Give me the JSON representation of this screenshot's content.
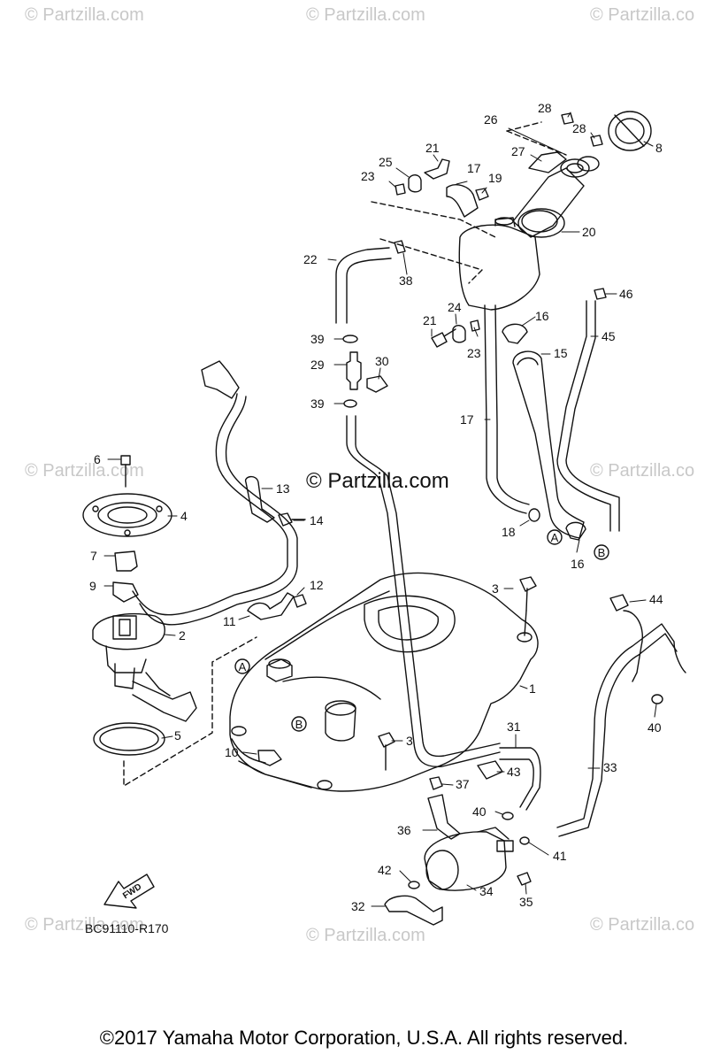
{
  "watermarks": {
    "top_left": "© Partzilla.com",
    "top_center": "© Partzilla.com",
    "top_right": "© Partzilla.co",
    "mid_left": "© Partzilla.com",
    "mid_right": "© Partzilla.co",
    "bottom_left": "© Partzilla.com",
    "bottom_center": "© Partzilla.com",
    "bottom_right": "© Partzilla.co",
    "center": "© Partzilla.com"
  },
  "diagram_code": "BC91110-R170",
  "fwd_label": "FWD",
  "copyright": "©2017  Yamaha Motor Corporation, U.S.A. All rights reserved.",
  "callouts": {
    "n1": "1",
    "n2": "2",
    "n3a": "3",
    "n3b": "3",
    "n4": "4",
    "n5": "5",
    "n6": "6",
    "n7": "7",
    "n8": "8",
    "n9": "9",
    "n10": "10",
    "n11": "11",
    "n12": "12",
    "n13": "13",
    "n14": "14",
    "n15": "15",
    "n16a": "16",
    "n16b": "16",
    "n17a": "17",
    "n17b": "17",
    "n18": "18",
    "n19": "19",
    "n20": "20",
    "n21a": "21",
    "n21b": "21",
    "n22": "22",
    "n23a": "23",
    "n23b": "23",
    "n24": "24",
    "n25": "25",
    "n26": "26",
    "n27": "27",
    "n28a": "28",
    "n28b": "28",
    "n29": "29",
    "n30": "30",
    "n31": "31",
    "n32": "32",
    "n33": "33",
    "n34": "34",
    "n35": "35",
    "n36": "36",
    "n37": "37",
    "n38": "38",
    "n39a": "39",
    "n39b": "39",
    "n40a": "40",
    "n40b": "40",
    "n41": "41",
    "n42": "42",
    "n43": "43",
    "n44": "44",
    "n45": "45",
    "n46": "46"
  },
  "letters": {
    "a1": "A",
    "a2": "A",
    "b1": "B",
    "b2": "B"
  }
}
